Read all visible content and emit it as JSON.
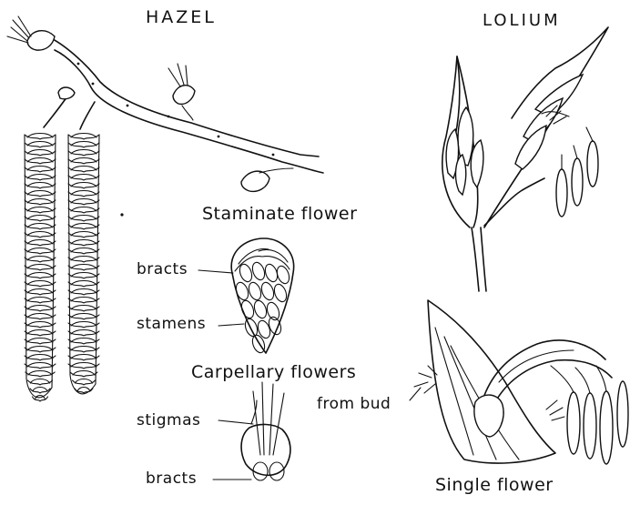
{
  "titles": {
    "left": "HAZEL",
    "right": "LOLIUM"
  },
  "labels": {
    "staminate": "Staminate flower",
    "bracts_top": "bracts",
    "stamens": "stamens",
    "carpellary": "Carpellary flowers",
    "from_bud": "from bud",
    "stigmas": "stigmas",
    "bracts_bottom": "bracts",
    "single_flower": "Single flower"
  },
  "colors": {
    "ink": "#111111",
    "paper": "#ffffff"
  }
}
